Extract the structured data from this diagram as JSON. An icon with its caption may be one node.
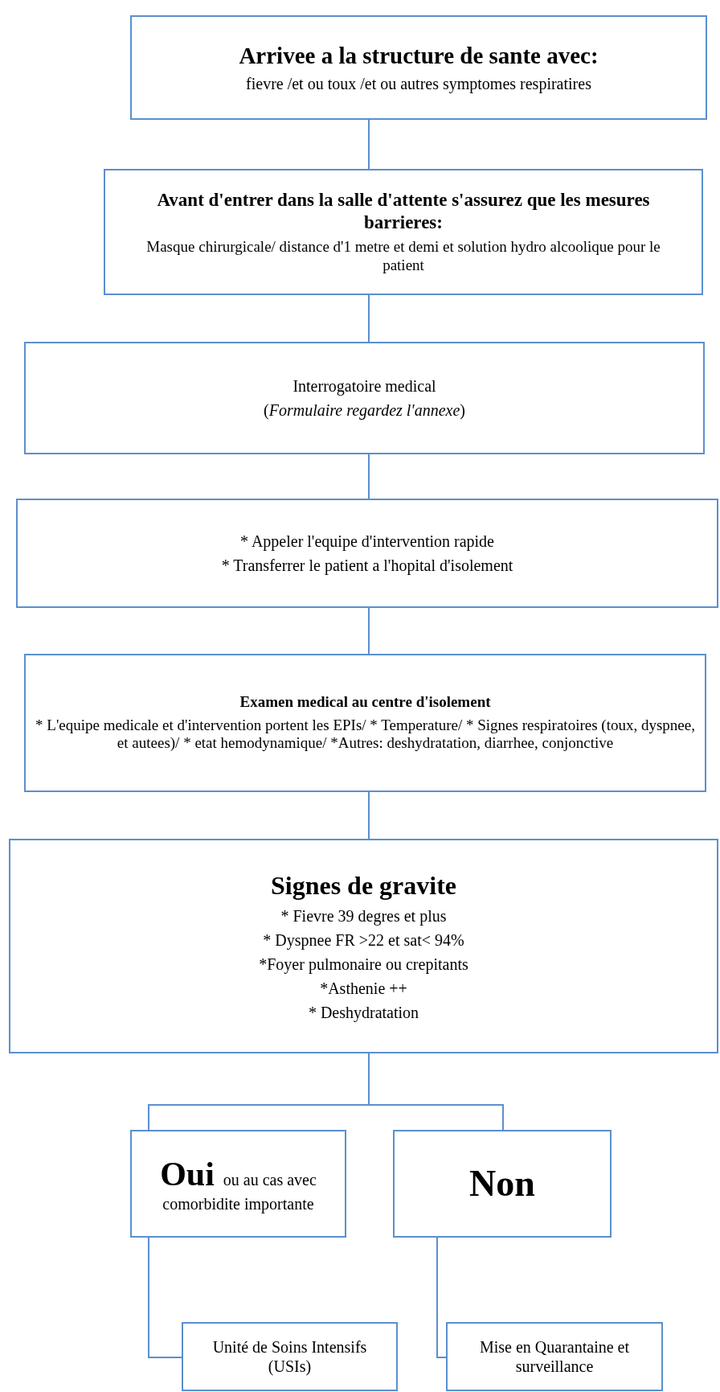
{
  "diagram": {
    "nodes": [
      {
        "text": [
          "Arrivee a la structure de sante avec:",
          "fievre /et ou toux /et ou autres symptomes respiratires"
        ]
      },
      {
        "text": [
          "Avant d'entrer dans la salle d'attente s'assurez que les mesures barrieres:",
          "Masque chirurgicale/ distance d'1 metre et demi et solution hydro alcoolique pour le patient"
        ]
      },
      {
        "text": [
          "Interrogatoire medical",
          "(*Formulaire regardez l'annexe*)"
        ]
      },
      {
        "text": [
          "* Appeler l'equipe d'intervention rapide",
          "* Transferrer le patient a l'hopital d'isolement"
        ]
      },
      {
        "text": [
          "Examen medical au centre d'isolement",
          "* L'equipe medicale et d'intervention portent les EPIs/ * Temperature/ * Signes respiratoires (toux, dyspnee, et autees)/ * etat hemodynamique/ *Autres: deshydratation, diarrhee, conjonctive"
        ]
      },
      {
        "text": [
          "Signes de gravite",
          "* Fievre 39 degres et plus",
          "* Dyspnee FR >22 et sat< 94%",
          "*Foyer pulmonaire ou crepitants",
          "*Asthenie ++",
          "* Deshydratation"
        ]
      },
      {
        "text": [
          "**Oui** ou au cas avec comorbidite importante"
        ]
      },
      {
        "text": [
          "Non"
        ]
      },
      {
        "text": [
          "Unité de Soins Intensifs (USIs)"
        ]
      },
      {
        "text": [
          "Mise en Quarantaine et surveillance"
        ]
      }
    ],
    "edges": [
      {
        "from": 0,
        "to": 1,
        "arrow": "none"
      },
      {
        "from": 1,
        "to": 2,
        "arrow": "none"
      },
      {
        "from": 2,
        "to": 3,
        "arrow": "none"
      },
      {
        "from": 3,
        "to": 4,
        "arrow": "none"
      },
      {
        "from": 4,
        "to": 5,
        "arrow": "none"
      },
      {
        "from": 5,
        "to": 6,
        "arrow": "none"
      },
      {
        "from": 5,
        "to": 7,
        "arrow": "none"
      },
      {
        "from": 6,
        "to": 8,
        "arrow": "none"
      },
      {
        "from": 7,
        "to": 9,
        "arrow": "none"
      }
    ]
  }
}
